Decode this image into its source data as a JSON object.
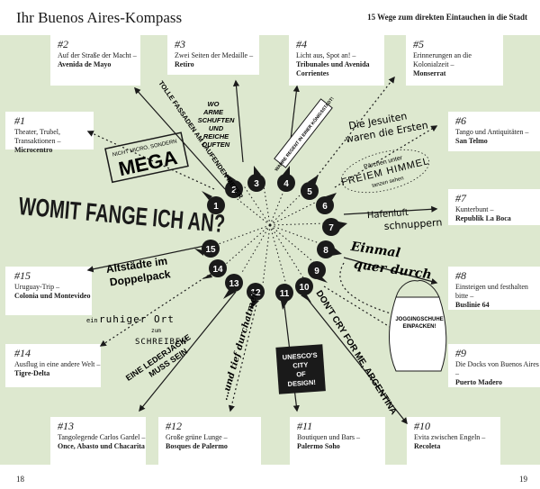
{
  "header": {
    "title": "Ihr Buenos Aires-Kompass",
    "subtitle": "15 Wege zum direkten Eintauchen in die Stadt"
  },
  "cards": [
    {
      "num": "#1",
      "desc": "Theater, Trubel, Transaktionen –",
      "place": "Microcentro"
    },
    {
      "num": "#2",
      "desc": "Auf der Straße der Macht –",
      "place": "Avenida de Mayo"
    },
    {
      "num": "#3",
      "desc": "Zwei Seiten der Medaille –",
      "place": "Retiro"
    },
    {
      "num": "#4",
      "desc": "Licht aus, Spot an! –",
      "place": "Tribunales und Avenida Corrientes"
    },
    {
      "num": "#5",
      "desc": "Erinnerungen an die Kolonialzeit –",
      "place": "Monserrat"
    },
    {
      "num": "#6",
      "desc": "Tango und Antiquitäten –",
      "place": "San Telmo"
    },
    {
      "num": "#7",
      "desc": "Kunterbunt –",
      "place": "Republik La Boca"
    },
    {
      "num": "#8",
      "desc": "Einsteigen und festhalten bitte –",
      "place": "Buslinie 64"
    },
    {
      "num": "#9",
      "desc": "Die Docks von Buenos Aires –",
      "place": "Puerto Madero"
    },
    {
      "num": "#10",
      "desc": "Evita zwischen Engeln –",
      "place": "Recoleta"
    },
    {
      "num": "#11",
      "desc": "Boutiquen und Bars –",
      "place": "Palermo Soho"
    },
    {
      "num": "#12",
      "desc": "Große grüne Lunge –",
      "place": "Bosques de Palermo"
    },
    {
      "num": "#13",
      "desc": "Tangolegende Carlos Gardel –",
      "place": "Once, Abasto und Chacarita"
    },
    {
      "num": "#14",
      "desc": "Ausflug in eine andere Welt –",
      "place": "Tigre-Delta"
    },
    {
      "num": "#15",
      "desc": "Uruguay-Trip –",
      "place": "Colonia und Montevideo"
    }
  ],
  "center": {
    "question": "WOMIT FANGE ICH AN?",
    "pins": [
      "1",
      "2",
      "3",
      "4",
      "5",
      "6",
      "7",
      "8",
      "9",
      "10",
      "11",
      "12",
      "13",
      "14",
      "15"
    ]
  },
  "labels": {
    "mega_small": "NICHT MICRO, SONDERN",
    "mega": "MEGA",
    "tolle": "TOLLE FASSADEN AM LAUFENDEN METER",
    "wo_arme_1": "WO",
    "wo_arme_2": "ARME",
    "wo_arme_3": "SCHUFTEN",
    "wo_arme_4": "UND",
    "wo_arme_5": "REICHE",
    "wo_arme_6": "DUFTEN",
    "wahre": "WAHRE REGENT IN EINER KÖNIGSSTADT!",
    "jesuiten_1": "Die Jesuiten",
    "jesuiten_2": "waren die Ersten",
    "paerchen_1": "Pärchen unter",
    "paerchen_2": "FREIEM HIMMEL",
    "paerchen_3": "tanzen sehen",
    "hafen_1": "Hafenluft",
    "hafen_2": "schnuppern",
    "einmal_1": "Einmal",
    "einmal_2": "quer durch",
    "jogging_1": "JOGGINGSCHUHE",
    "jogging_2": "EINPACKEN!",
    "dont_cry": "DON'T CRY FOR ME, ARGENTINA",
    "unesco_1": "UNESCO'S",
    "unesco_2": "CITY",
    "unesco_3": "OF",
    "unesco_4": "DESIGN!",
    "tief": "...und tief durchatmen",
    "leder_1": "EINE LEDERJACKE",
    "leder_2": "MUSS SEIN",
    "ruhig_1": "ein",
    "ruhig_2": "ruhiger Ort",
    "ruhig_3": "zum",
    "ruhig_4": "SCHREIBEN",
    "altstadt_1": "Altstädte im",
    "altstadt_2": "Doppelpack"
  },
  "pages": {
    "left": "18",
    "right": "19"
  },
  "colors": {
    "background": "#dde8cf",
    "pin": "#1a1a1a"
  }
}
